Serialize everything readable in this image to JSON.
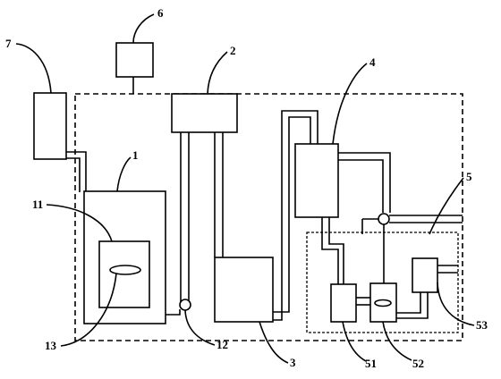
{
  "diagram": {
    "labels": {
      "n1": "1",
      "n2": "2",
      "n3": "3",
      "n4": "4",
      "n5": "5",
      "n6": "6",
      "n7": "7",
      "n11": "11",
      "n12": "12",
      "n13": "13",
      "n51": "51",
      "n52": "52",
      "n53": "53"
    }
  }
}
